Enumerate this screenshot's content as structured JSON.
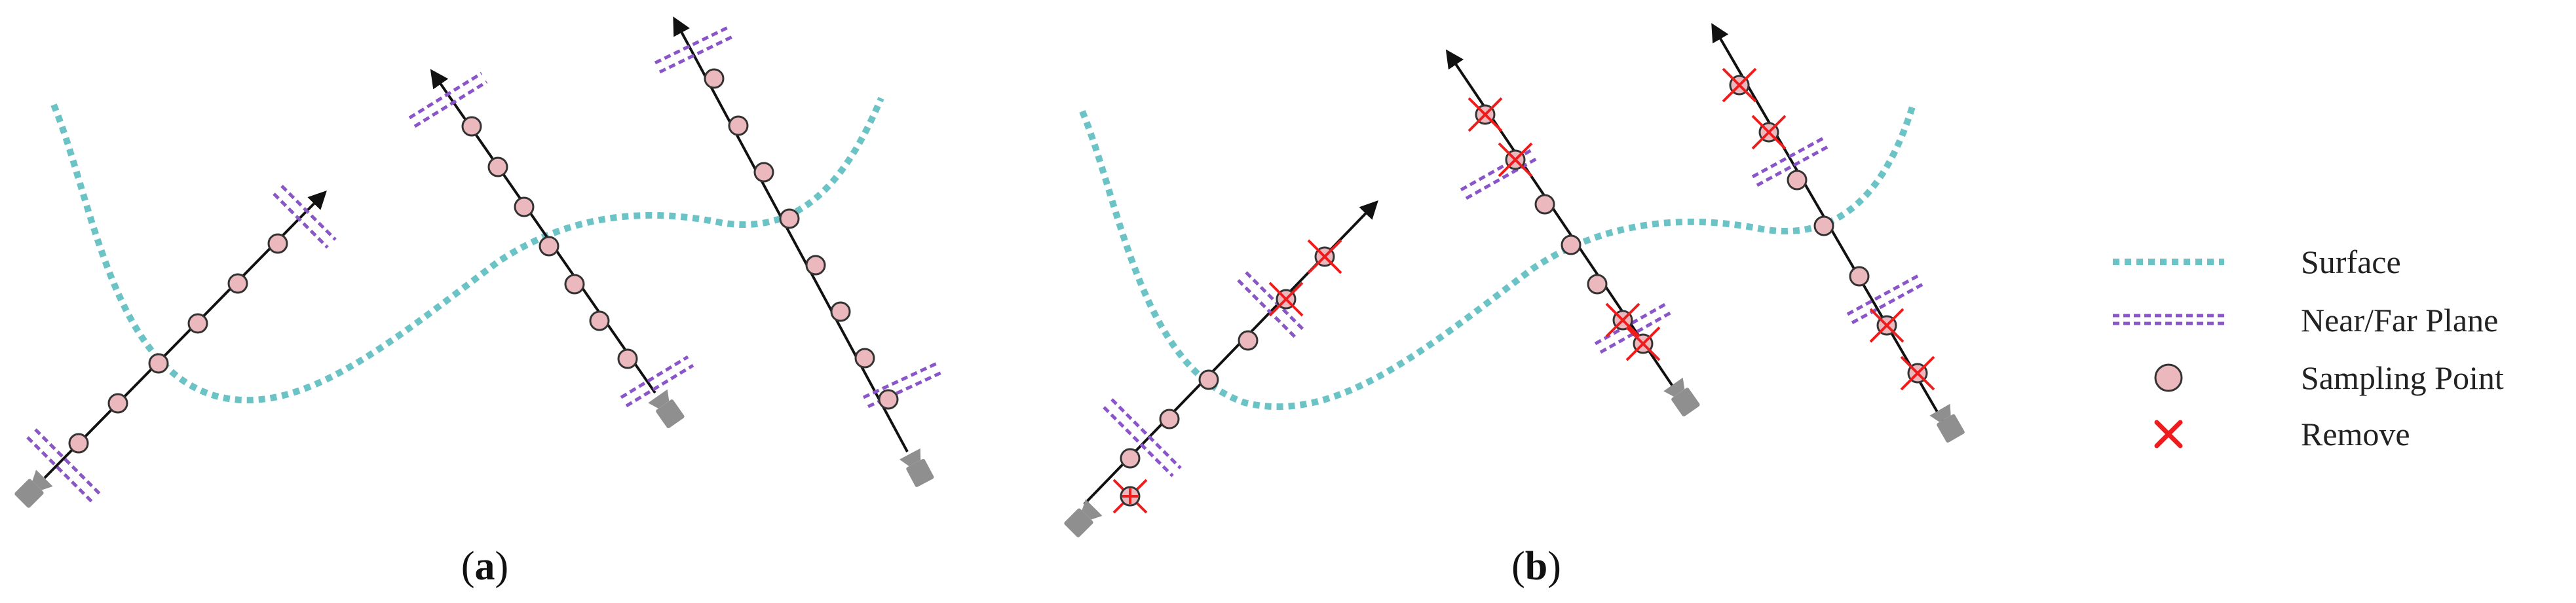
{
  "colors": {
    "surface": "#6cc3c6",
    "near_far_plane": "#8a55c8",
    "sampling_point_fill": "#ebb8bd",
    "sampling_point_stroke": "#333333",
    "remove": "#ee1c1c",
    "ray": "#111111",
    "camera": "#8f8f8f"
  },
  "panels": [
    {
      "id": "a",
      "caption_open": "(",
      "caption_letter": "a",
      "caption_close": ")"
    },
    {
      "id": "b",
      "caption_open": "(",
      "caption_letter": "b",
      "caption_close": ")"
    }
  ],
  "legend": {
    "items": [
      {
        "key": "surface",
        "label": "Surface",
        "icon": "dotted-teal-line"
      },
      {
        "key": "plane",
        "label": "Near/Far Plane",
        "icon": "double-dashed-purple-line"
      },
      {
        "key": "point",
        "label": "Sampling Point",
        "icon": "pink-circle"
      },
      {
        "key": "remove",
        "label": "Remove",
        "icon": "red-x"
      }
    ]
  }
}
